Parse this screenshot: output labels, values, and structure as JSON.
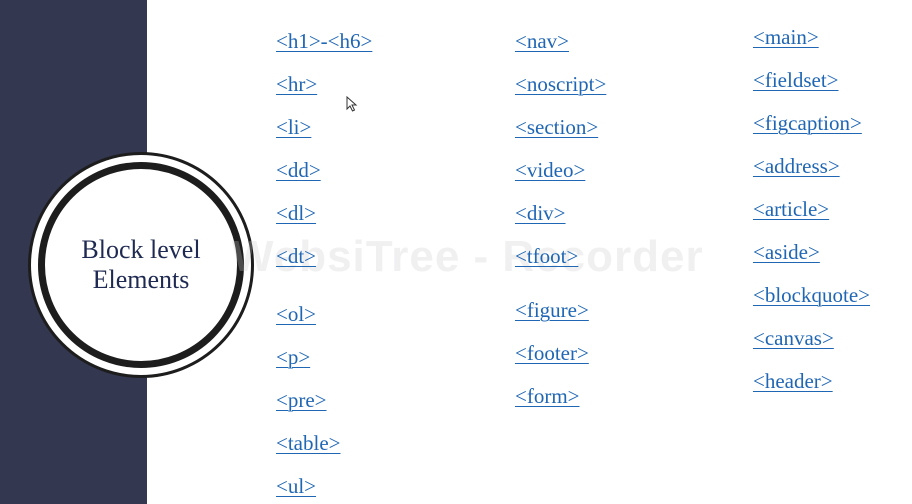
{
  "circle": {
    "line1": "Block level",
    "line2": "Elements"
  },
  "watermark": "WebsiTree - Recorder",
  "columns": [
    {
      "items": [
        "<h1>-<h6>",
        "<hr>",
        "<li>",
        "<dd>",
        "<dl>",
        "<dt>",
        "<ol>",
        "<p>",
        "<pre>",
        "<table>",
        "<ul>"
      ]
    },
    {
      "items": [
        "<nav>",
        "<noscript>",
        "<section>",
        "<video>",
        "<div>",
        "<tfoot>",
        "<figure>",
        "<footer>",
        "<form>"
      ]
    },
    {
      "items": [
        "<main>",
        "<fieldset>",
        "<figcaption>",
        "<address>",
        "<article>",
        "<aside>",
        "<blockquote>",
        "<canvas>",
        "<header>"
      ]
    }
  ],
  "colors": {
    "band": "#333750",
    "link": "#1f66b4",
    "circle_text": "#1f2a52",
    "ring": "#1d1d1d"
  },
  "icons": {
    "pointer": "mouse-pointer-icon"
  }
}
